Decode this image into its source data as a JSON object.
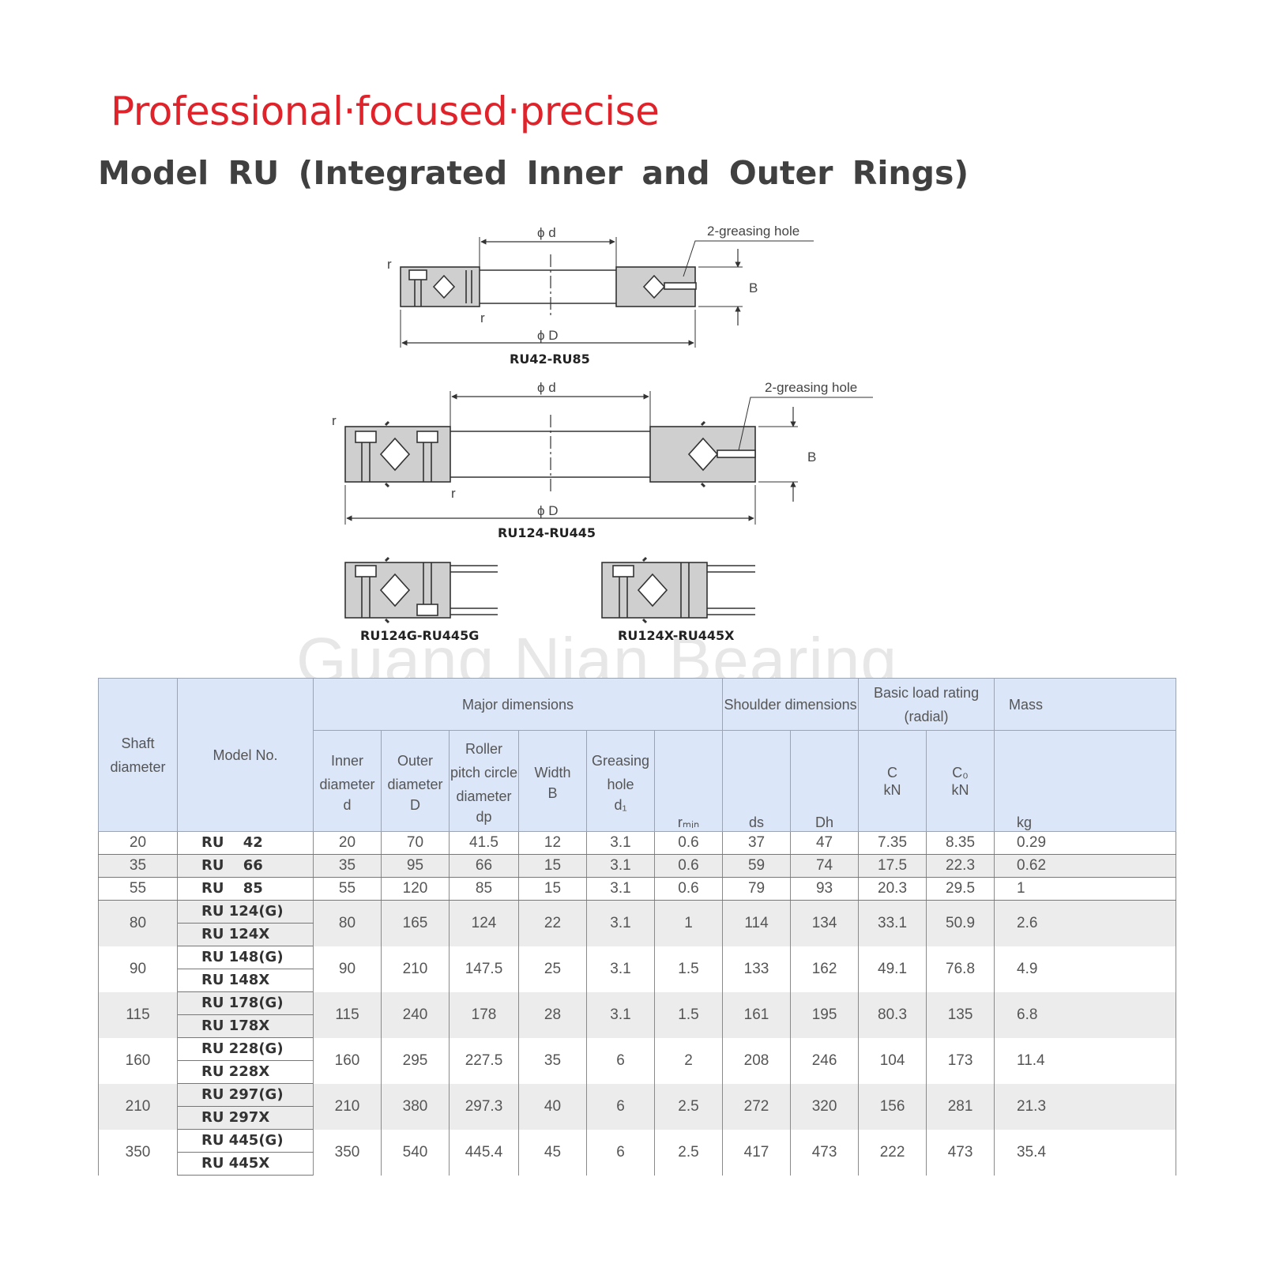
{
  "slogan": "Professional·focused·precise",
  "title": "Model RU (Integrated Inner and Outer Rings)",
  "watermark": "Guang Nian Bearing",
  "diagrams": {
    "label_inner_dia": "ϕ d",
    "label_outer_dia": "ϕ D",
    "label_width": "B",
    "label_radius": "r",
    "label_greasing": "2-greasing hole",
    "caption_1": "RU42-RU85",
    "caption_2": "RU124-RU445",
    "caption_3": "RU124G-RU445G",
    "caption_4": "RU124X-RU445X"
  },
  "table": {
    "headers": {
      "shaft_diameter": "Shaft diameter",
      "model_no": "Model No.",
      "major_dimensions": "Major dimensions",
      "shoulder_dimensions": "Shoulder dimensions",
      "basic_load_rating": "Basic load rating (radial)",
      "mass": "Mass",
      "inner_diameter": "Inner diameter",
      "outer_diameter": "Outer diameter",
      "roller_pitch": "Roller pitch circle diameter",
      "width": "Width",
      "greasing_hole": "Greasing hole",
      "sym_d": "d",
      "sym_D": "D",
      "sym_dp": "dp",
      "sym_B": "B",
      "sym_d1": "d₁",
      "sym_rmin": "rₘᵢₙ",
      "sym_ds": "ds",
      "sym_Dh": "Dh",
      "sym_C": "C",
      "sym_C0": "C₀",
      "unit_C": "kN",
      "unit_C0": "kN",
      "unit_mass": "kg"
    },
    "rows": [
      {
        "shaft": "20",
        "models": [
          "RU　 42"
        ],
        "d": "20",
        "D": "70",
        "dp": "41.5",
        "B": "12",
        "d1": "3.1",
        "rmin": "0.6",
        "ds": "37",
        "Dh": "47",
        "C": "7.35",
        "C0": "8.35",
        "mass": "0.29"
      },
      {
        "shaft": "35",
        "models": [
          "RU　 66"
        ],
        "d": "35",
        "D": "95",
        "dp": "66",
        "B": "15",
        "d1": "3.1",
        "rmin": "0.6",
        "ds": "59",
        "Dh": "74",
        "C": "17.5",
        "C0": "22.3",
        "mass": "0.62"
      },
      {
        "shaft": "55",
        "models": [
          "RU　 85"
        ],
        "d": "55",
        "D": "120",
        "dp": "85",
        "B": "15",
        "d1": "3.1",
        "rmin": "0.6",
        "ds": "79",
        "Dh": "93",
        "C": "20.3",
        "C0": "29.5",
        "mass": "1"
      },
      {
        "shaft": "80",
        "models": [
          "RU 124(G)",
          "RU 124X"
        ],
        "d": "80",
        "D": "165",
        "dp": "124",
        "B": "22",
        "d1": "3.1",
        "rmin": "1",
        "ds": "114",
        "Dh": "134",
        "C": "33.1",
        "C0": "50.9",
        "mass": "2.6"
      },
      {
        "shaft": "90",
        "models": [
          "RU 148(G)",
          "RU 148X"
        ],
        "d": "90",
        "D": "210",
        "dp": "147.5",
        "B": "25",
        "d1": "3.1",
        "rmin": "1.5",
        "ds": "133",
        "Dh": "162",
        "C": "49.1",
        "C0": "76.8",
        "mass": "4.9"
      },
      {
        "shaft": "115",
        "models": [
          "RU 178(G)",
          "RU 178X"
        ],
        "d": "115",
        "D": "240",
        "dp": "178",
        "B": "28",
        "d1": "3.1",
        "rmin": "1.5",
        "ds": "161",
        "Dh": "195",
        "C": "80.3",
        "C0": "135",
        "mass": "6.8"
      },
      {
        "shaft": "160",
        "models": [
          "RU 228(G)",
          "RU 228X"
        ],
        "d": "160",
        "D": "295",
        "dp": "227.5",
        "B": "35",
        "d1": "6",
        "rmin": "2",
        "ds": "208",
        "Dh": "246",
        "C": "104",
        "C0": "173",
        "mass": "11.4"
      },
      {
        "shaft": "210",
        "models": [
          "RU 297(G)",
          "RU 297X"
        ],
        "d": "210",
        "D": "380",
        "dp": "297.3",
        "B": "40",
        "d1": "6",
        "rmin": "2.5",
        "ds": "272",
        "Dh": "320",
        "C": "156",
        "C0": "281",
        "mass": "21.3"
      },
      {
        "shaft": "350",
        "models": [
          "RU 445(G)",
          "RU 445X"
        ],
        "d": "350",
        "D": "540",
        "dp": "445.4",
        "B": "45",
        "d1": "6",
        "rmin": "2.5",
        "ds": "417",
        "Dh": "473",
        "C": "222",
        "C0": "473",
        "mass": "35.4"
      }
    ]
  }
}
